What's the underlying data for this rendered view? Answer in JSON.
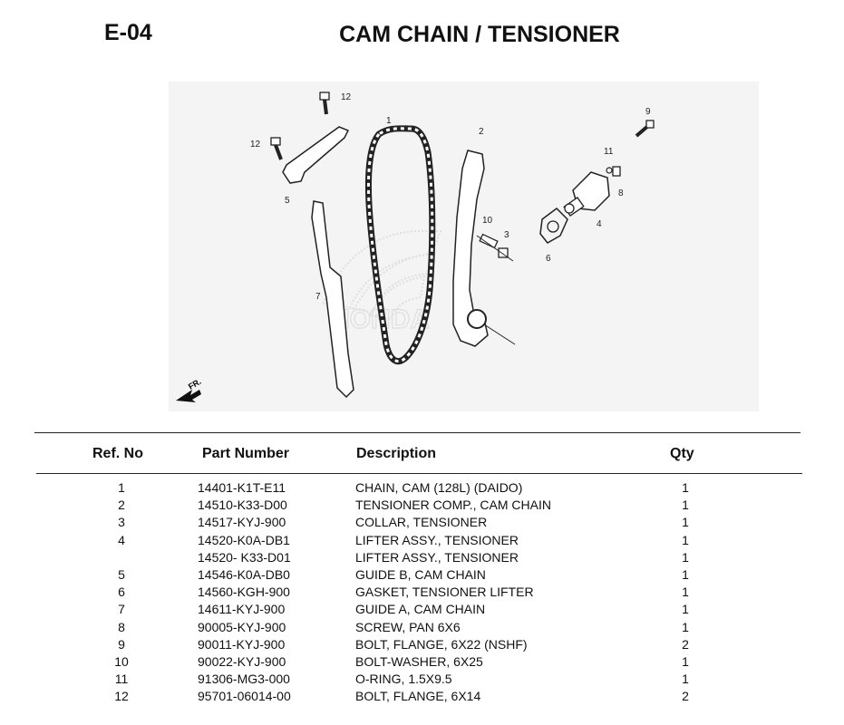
{
  "header": {
    "code": "E-04",
    "title": "CAM CHAIN / TENSIONER"
  },
  "diagram": {
    "callouts": [
      "1",
      "2",
      "3",
      "4",
      "5",
      "6",
      "7",
      "8",
      "9",
      "10",
      "11",
      "12",
      "12"
    ],
    "front_marker": "FR.",
    "watermark": "HONDA"
  },
  "table": {
    "columns": {
      "ref": "Ref. No",
      "part": "Part Number",
      "desc": "Description",
      "qty": "Qty"
    },
    "rows": [
      {
        "ref": "1",
        "part": "14401-K1T-E11",
        "desc": "CHAIN, CAM (128L) (DAIDO)",
        "qty": "1"
      },
      {
        "ref": "2",
        "part": "14510-K33-D00",
        "desc": "TENSIONER COMP., CAM CHAIN",
        "qty": "1"
      },
      {
        "ref": "3",
        "part": "14517-KYJ-900",
        "desc": "COLLAR, TENSIONER",
        "qty": "1"
      },
      {
        "ref": "4",
        "part": "14520-K0A-DB1",
        "desc": "LIFTER ASSY., TENSIONER",
        "qty": "1"
      },
      {
        "ref": "",
        "part": "14520- K33-D01",
        "desc": "LIFTER ASSY., TENSIONER",
        "qty": "1"
      },
      {
        "ref": "5",
        "part": "14546-K0A-DB0",
        "desc": "GUIDE B, CAM CHAIN",
        "qty": "1"
      },
      {
        "ref": "6",
        "part": "14560-KGH-900",
        "desc": "GASKET, TENSIONER LIFTER",
        "qty": "1"
      },
      {
        "ref": "7",
        "part": "14611-KYJ-900",
        "desc": "GUIDE A, CAM CHAIN",
        "qty": "1"
      },
      {
        "ref": "8",
        "part": "90005-KYJ-900",
        "desc": "SCREW, PAN 6X6",
        "qty": "1"
      },
      {
        "ref": "9",
        "part": "90011-KYJ-900",
        "desc": "BOLT, FLANGE, 6X22 (NSHF)",
        "qty": "2"
      },
      {
        "ref": "10",
        "part": "90022-KYJ-900",
        "desc": "BOLT-WASHER, 6X25",
        "qty": "1"
      },
      {
        "ref": "11",
        "part": "91306-MG3-000",
        "desc": "O-RING, 1.5X9.5",
        "qty": "1"
      },
      {
        "ref": "12",
        "part": "95701-06014-00",
        "desc": "BOLT, FLANGE, 6X14",
        "qty": "2"
      }
    ]
  }
}
